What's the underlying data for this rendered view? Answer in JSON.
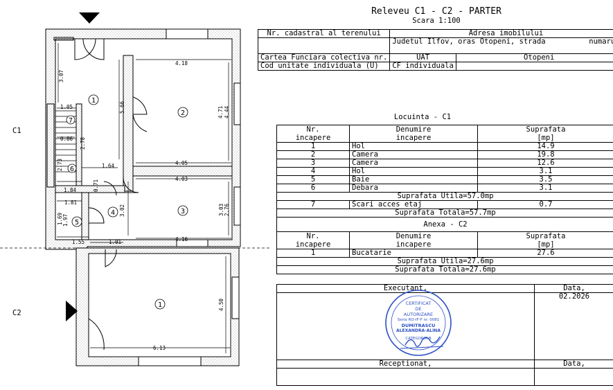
{
  "title": "Releveu C1 - C2 - PARTER",
  "scale": "Scara 1:100",
  "top_table": {
    "cadastral_label": "Nr. cadastral al terenului",
    "address_label": "Adresa imobilului",
    "address_value": "Judetul Ilfov, oras Otopeni, strada",
    "address_suffix": "numarul",
    "carte_label": "Cartea Funciara colectiva nr.",
    "uat_label": "UAT",
    "uat_value": "Otopeni",
    "cod_label": "Cod unitate individuala (U)",
    "cf_label": "CF individuala"
  },
  "locuinta": {
    "title": "Locuinta - C1",
    "col_nr": [
      "Nr.",
      "incapere"
    ],
    "col_name": [
      "Denumire",
      "incapere"
    ],
    "col_area": [
      "Suprafata",
      "[mp]"
    ],
    "rows": [
      {
        "nr": "1",
        "name": "Hol",
        "area": "14.9"
      },
      {
        "nr": "2",
        "name": "Camera",
        "area": "19.8"
      },
      {
        "nr": "3",
        "name": "Camera",
        "area": "12.6"
      },
      {
        "nr": "4",
        "name": "Hol",
        "area": "3.1"
      },
      {
        "nr": "5",
        "name": "Baie",
        "area": "3.5"
      },
      {
        "nr": "6",
        "name": "Debara",
        "area": "3.1"
      }
    ],
    "utila": "Suprafata Utila=57.0mp",
    "extra_row": {
      "nr": "7",
      "name": "Scari acces etaj",
      "area": "0.7"
    },
    "totala": "Suprafata Totala=57.7mp"
  },
  "anexa": {
    "title": "Anexa - C2",
    "rows": [
      {
        "nr": "1",
        "name": "Bucatarie",
        "area": "27.6"
      }
    ],
    "utila": "Suprafata Utila=27.6mp",
    "totala": "Suprafata Totala=27.6mp"
  },
  "executant": {
    "label": "Executant,",
    "data_label": "Data,",
    "date": "02.2026",
    "receptionat_label": "Receptionat,",
    "data_label2": "Data,"
  },
  "stamp": {
    "line1": "CERTIFICAT",
    "line2": "DE",
    "line3": "AUTORIZARE",
    "line4": "Seria RO-IF-F nr. 0081",
    "line5": "DUMITRASCU",
    "line6": "ALEXANDRA-ALINA",
    "line7": "CATEGORIA B",
    "color": "#2b4fc4"
  },
  "plan": {
    "block_c1": "C1",
    "block_c2": "C2",
    "rooms": [
      "1",
      "2",
      "3",
      "4",
      "5",
      "6",
      "7",
      "1"
    ],
    "dims": [
      "4.18",
      "3.07",
      "5.66",
      "4.71",
      "4.44",
      "1.05",
      "0.86",
      "2.78",
      "2.73",
      "1.64",
      "4.05",
      "4.03",
      "1.84",
      "0.71",
      "1.81",
      "3.02",
      "3.03",
      "2.76",
      "1.69",
      "1.97",
      "1.55",
      "1.01",
      "4.16",
      "4.50",
      "6.13"
    ]
  }
}
